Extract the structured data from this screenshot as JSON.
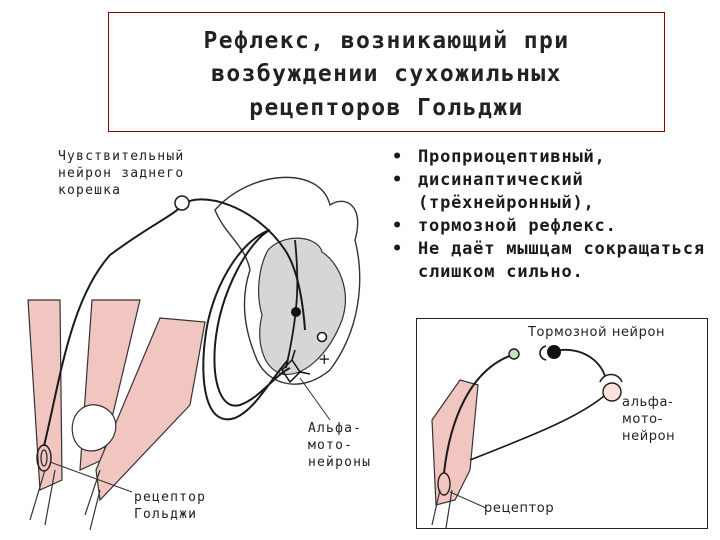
{
  "title": {
    "line1": "Рефлекс, возникающий при",
    "line2": "возбуждении сухожильных",
    "line3": "рецепторов Гольджи"
  },
  "labels": {
    "sensory_neuron": [
      "Чувствительный",
      "нейрон заднего",
      "корешка"
    ],
    "alpha_motoneurons": [
      "Альфа-",
      "мото-",
      "нейроны"
    ],
    "golgi_receptor": [
      "рецептор",
      "Гольджи"
    ],
    "plus_sign": "+"
  },
  "bullets": [
    "Проприоцептивный,",
    "дисинаптический (трёхнейронный),",
    "тормозной рефлекс.",
    "Не даёт мышцам сокращаться слишком сильно."
  ],
  "inset": {
    "inhibitory_neuron": "Тормозной нейрон",
    "alpha_motoneuron": [
      "альфа-",
      "мото-",
      "нейрон"
    ],
    "receptor": "рецептор"
  },
  "colors": {
    "muscle": "#f1c6c0",
    "gray_matter": "#d6d6d6",
    "title_border": "#8a0000"
  }
}
